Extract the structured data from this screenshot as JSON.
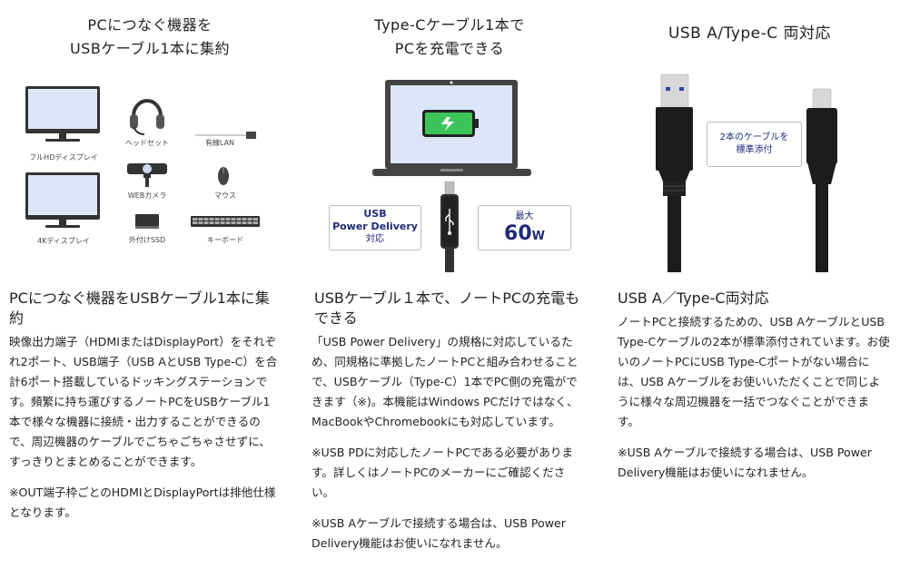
{
  "columns": [
    {
      "image_title": [
        "PCにつなぐ機器を",
        "USBケーブル1本に集約"
      ],
      "devices": [
        {
          "label": "フルHDディスプレイ",
          "icon": "monitor-icon"
        },
        {
          "label": "ヘッドセット",
          "icon": "headset-icon"
        },
        {
          "label": "有線LAN",
          "icon": "lan-cable-icon"
        },
        {
          "label": "4Kディスプレイ",
          "icon": "monitor-icon"
        },
        {
          "label": "WEBカメラ",
          "icon": "webcam-icon"
        },
        {
          "label": "マウス",
          "icon": "mouse-icon"
        },
        {
          "label": "外付けSSD",
          "icon": "ssd-icon"
        },
        {
          "label": "キーボード",
          "icon": "keyboard-icon"
        }
      ],
      "section_title": "PCにつなぐ機器をUSBケーブル1本に集約",
      "paragraphs": [
        "映像出力端子（HDMIまたはDisplayPort）をそれぞれ2ポート、USB端子（USB AとUSB Type-C）を合計6ポート搭載しているドッキングステーションです。頻繁に持ち運びするノートPCをUSBケーブル1本で様々な機器に接続・出力することができるので、周辺機器のケーブルでごちゃごちゃさせずに、すっきりとまとめることができます。",
        "※OUT端子枠ごとのHDMIとDisplayPortは排他仕様となります。"
      ]
    },
    {
      "image_title": [
        "Type-Cケーブル1本で",
        "PCを充電できる"
      ],
      "badge_left": [
        "USB",
        "Power Delivery",
        "対応"
      ],
      "badge_right": {
        "top": "最大",
        "value": "60",
        "unit": "W"
      },
      "section_title": "USBケーブル１本で、ノートPCの充電もできる",
      "paragraphs": [
        "「USB Power Delivery」の規格に対応しているため、同規格に準拠したノートPCと組み合わせることで、USBケーブル（Type-C）1本でPC側の充電ができます（※)。本機能はWindows PCだけではなく、MacBookやChromebookにも対応しています。",
        "※USB PDに対応したノートPCである必要があります。詳しくはノートPCのメーカーにご確認ください。",
        "※USB Aケーブルで接続する場合は、USB Power Delivery機能はお使いになれません。"
      ]
    },
    {
      "image_title": [
        "USB A/Type-C 両対応"
      ],
      "badge_center": [
        "2本のケーブルを",
        "標準添付"
      ],
      "section_title": "USB A／Type-C両対応",
      "paragraphs": [
        "ノートPCと接続するための、USB AケーブルとUSB Type-Cケーブルの2本が標準添付されています。お使いのノートPCにUSB Type-Cポートがない場合には、USB Aケーブルをお使いいただくことで同じように様々な周辺機器を一括でつなぐことができます。",
        "※USB Aケーブルで接続する場合は、USB Power Delivery機能はお使いになれません。"
      ]
    }
  ],
  "colors": {
    "text": "#222222",
    "badge_text": "#1e2a78",
    "screen": "#dce6f7",
    "battery_green": "#3cc45a",
    "device_dark": "#333333"
  }
}
